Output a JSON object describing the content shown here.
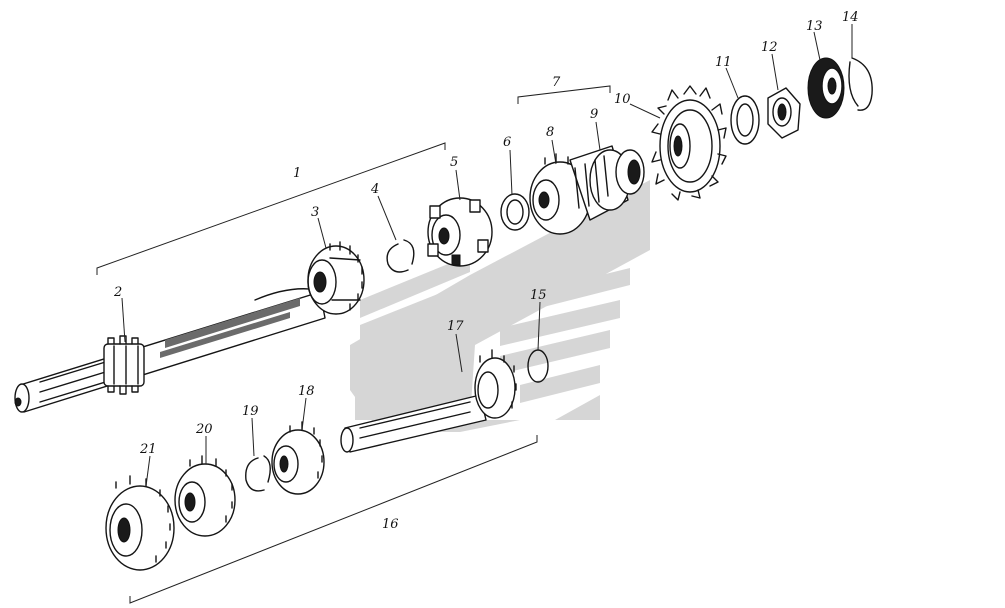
{
  "diagram": {
    "callouts": [
      "1",
      "2",
      "3",
      "4",
      "5",
      "6",
      "7",
      "8",
      "9",
      "10",
      "11",
      "12",
      "13",
      "14",
      "15",
      "16",
      "17",
      "18",
      "19",
      "20",
      "21"
    ],
    "watermark_color": "#c9c9c9"
  }
}
